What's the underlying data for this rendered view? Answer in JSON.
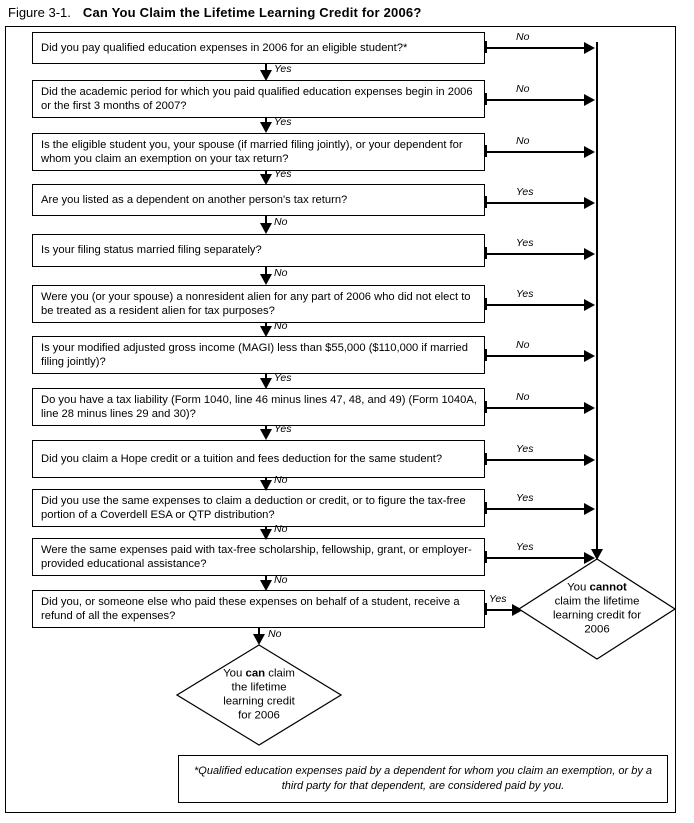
{
  "figure": {
    "label": "Figure 3-1.",
    "title": "Can You Claim the Lifetime Learning Credit for 2006?"
  },
  "colors": {
    "line": "#000000",
    "background": "#ffffff",
    "text": "#000000"
  },
  "steps": [
    {
      "id": "q1",
      "text": "Did you pay qualified education expenses in 2006 for an eligible student?*",
      "branch_label": "No",
      "flow_label": "Yes"
    },
    {
      "id": "q2",
      "text": "Did the academic period for which you paid qualified education expenses begin in 2006 or the first 3 months of 2007?",
      "branch_label": "No",
      "flow_label": "Yes"
    },
    {
      "id": "q3",
      "text": "Is the eligible student you, your spouse (if married filing jointly), or your dependent for whom you claim an exemption on your tax return?",
      "branch_label": "No",
      "flow_label": "Yes"
    },
    {
      "id": "q4",
      "text": "Are you listed as a dependent on another person's tax return?",
      "branch_label": "Yes",
      "flow_label": "No"
    },
    {
      "id": "q5",
      "text": "Is your filing status married filing separately?",
      "branch_label": "Yes",
      "flow_label": "No"
    },
    {
      "id": "q6",
      "text": "Were you (or your spouse) a nonresident alien for any part of 2006 who did not elect to be treated as a resident alien for tax purposes?",
      "branch_label": "Yes",
      "flow_label": "No"
    },
    {
      "id": "q7",
      "text": "Is your modified adjusted gross income (MAGI) less than $55,000 ($110,000 if married filing jointly)?",
      "branch_label": "No",
      "flow_label": "Yes"
    },
    {
      "id": "q8",
      "text": "Do you have a tax liability (Form 1040, line 46 minus lines 47, 48, and 49) (Form 1040A, line 28 minus lines 29 and 30)?",
      "branch_label": "No",
      "flow_label": "Yes"
    },
    {
      "id": "q9",
      "text": "Did you claim a Hope credit or a tuition and fees deduction for the same student?",
      "branch_label": "Yes",
      "flow_label": "No"
    },
    {
      "id": "q10",
      "text": "Did you use the same expenses to claim a deduction or credit, or to figure the tax-free portion of a Coverdell ESA or QTP distribution?",
      "branch_label": "Yes",
      "flow_label": "No"
    },
    {
      "id": "q11",
      "text": "Were the same expenses paid with tax-free scholarship, fellowship, grant, or employer-provided educational assistance?",
      "branch_label": "Yes",
      "flow_label": "No"
    },
    {
      "id": "q12",
      "text": "Did you, or someone else who paid these expenses on behalf of a student, receive a refund of all the expenses?",
      "branch_label": "Yes",
      "flow_label": "No"
    }
  ],
  "outcomes": {
    "negative": {
      "line1_prefix": "You ",
      "line1_bold": "cannot",
      "line2": "claim the lifetime",
      "line3": "learning credit for",
      "line4": "2006"
    },
    "positive": {
      "line1_prefix": "You ",
      "line1_bold": "can",
      "line1_suffix": " claim",
      "line2": "the lifetime",
      "line3": "learning credit",
      "line4": "for 2006"
    }
  },
  "footnote": {
    "text": "*Qualified education expenses paid by a dependent for whom you claim an exemption, or by a third party for that dependent, are considered paid by you."
  }
}
